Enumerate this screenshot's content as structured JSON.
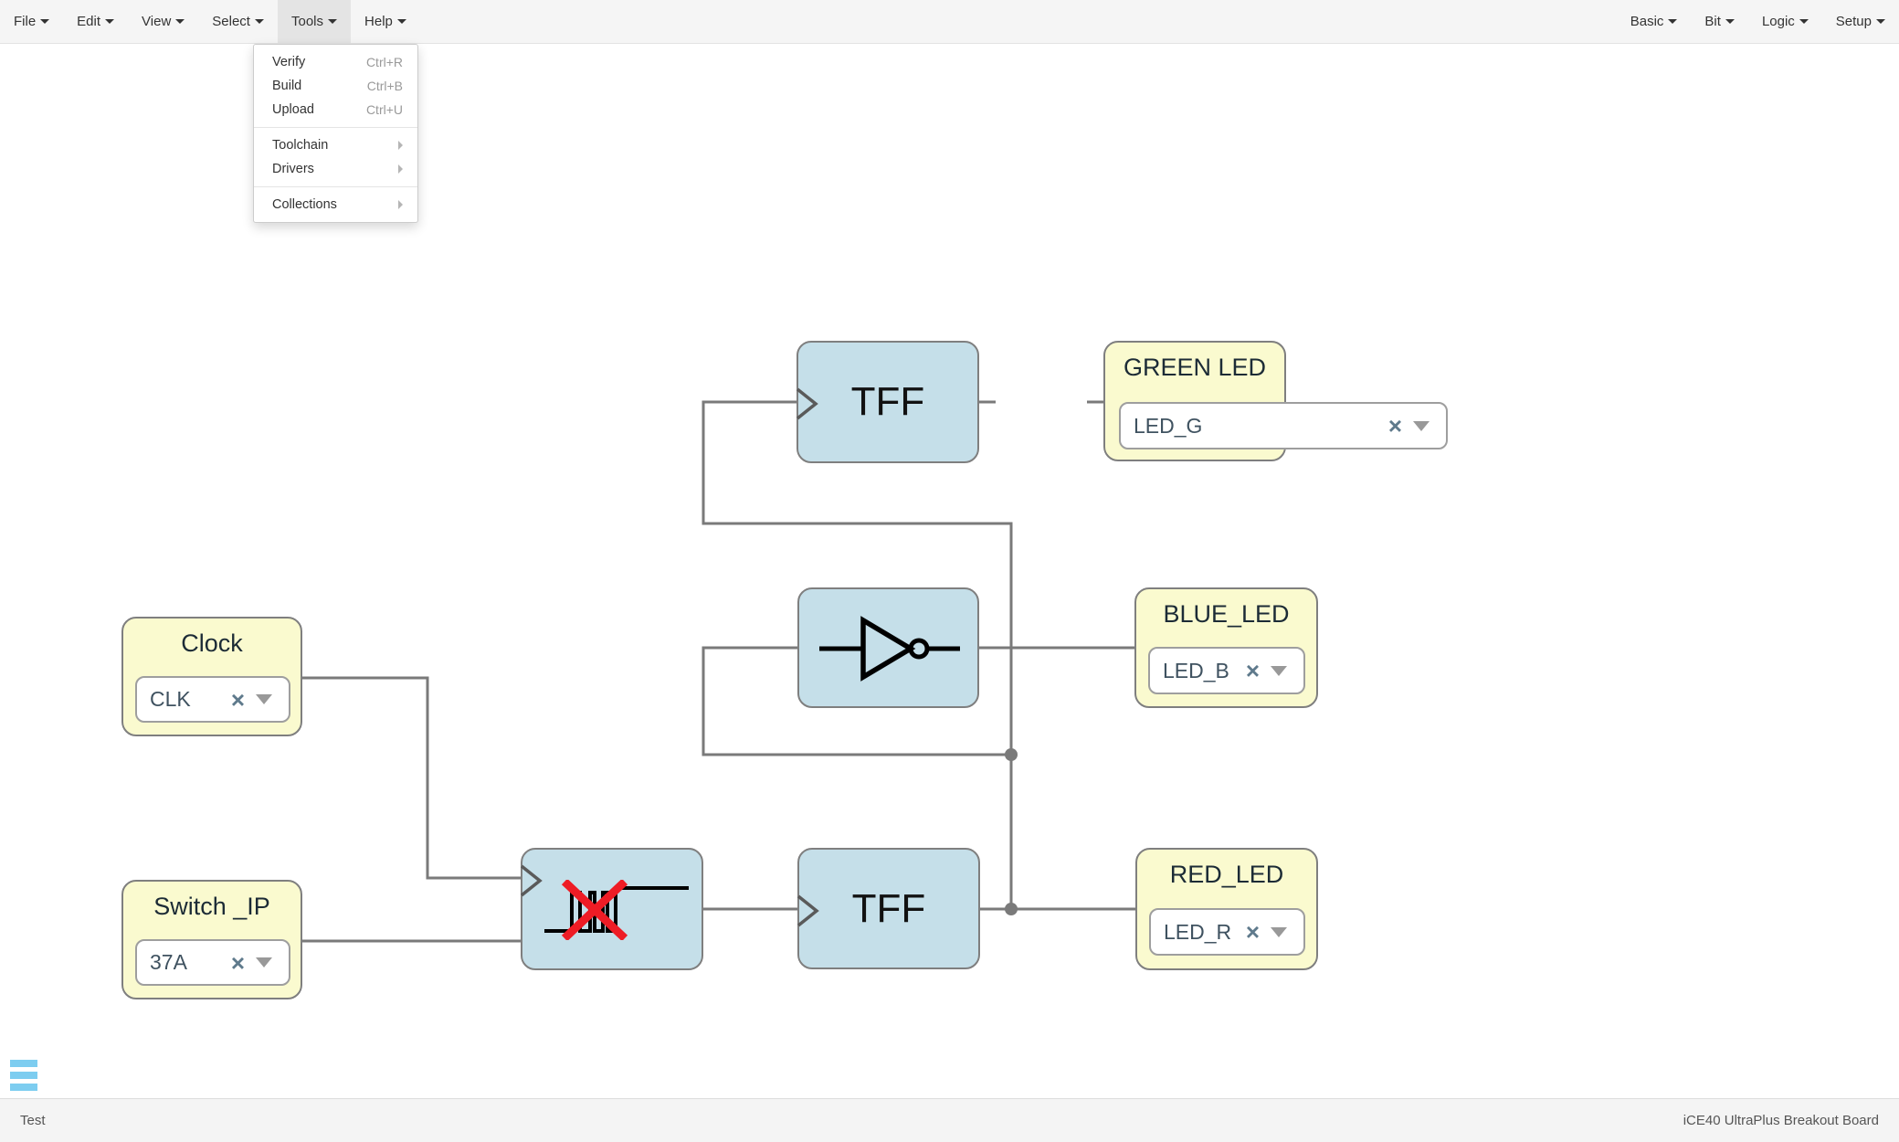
{
  "menu_bar": {
    "left": [
      {
        "label": "File"
      },
      {
        "label": "Edit"
      },
      {
        "label": "View"
      },
      {
        "label": "Select"
      },
      {
        "label": "Tools",
        "active": true
      },
      {
        "label": "Help"
      }
    ],
    "right": [
      {
        "label": "Basic"
      },
      {
        "label": "Bit"
      },
      {
        "label": "Logic"
      },
      {
        "label": "Setup"
      }
    ]
  },
  "tools_menu": {
    "items": [
      {
        "label": "Verify",
        "shortcut": "Ctrl+R"
      },
      {
        "label": "Build",
        "shortcut": "Ctrl+B"
      },
      {
        "label": "Upload",
        "shortcut": "Ctrl+U"
      },
      {
        "label": "Toolchain",
        "submenu": true
      },
      {
        "label": "Drivers",
        "submenu": true
      },
      {
        "label": "Collections",
        "submenu": true
      }
    ]
  },
  "diagram": {
    "blocks": {
      "clock": {
        "title": "Clock",
        "value": "CLK"
      },
      "switch_ip": {
        "title": "Switch _IP",
        "value": "37A"
      },
      "debounce": {
        "icon": "debounce-waveform"
      },
      "tff_top": {
        "label": "TFF"
      },
      "not_gate": {
        "icon": "not-gate"
      },
      "tff_bottom": {
        "label": "TFF"
      },
      "green_led": {
        "title": "GREEN LED",
        "value": "LED_G"
      },
      "blue_led": {
        "title": "BLUE_LED",
        "value": "LED_B"
      },
      "red_led": {
        "title": "RED_LED",
        "value": "LED_R"
      }
    }
  },
  "icons": {
    "close": "×"
  },
  "status_bar": {
    "project_name": "Test",
    "board_name": "iCE40 UltraPlus Breakout Board"
  },
  "colors": {
    "io_block": "#fafacf",
    "logic_block": "#c5dfe9",
    "wire": "#7a7a7a",
    "debounce_x": "#ee1c25",
    "hamburger": "#7dcdf0"
  }
}
